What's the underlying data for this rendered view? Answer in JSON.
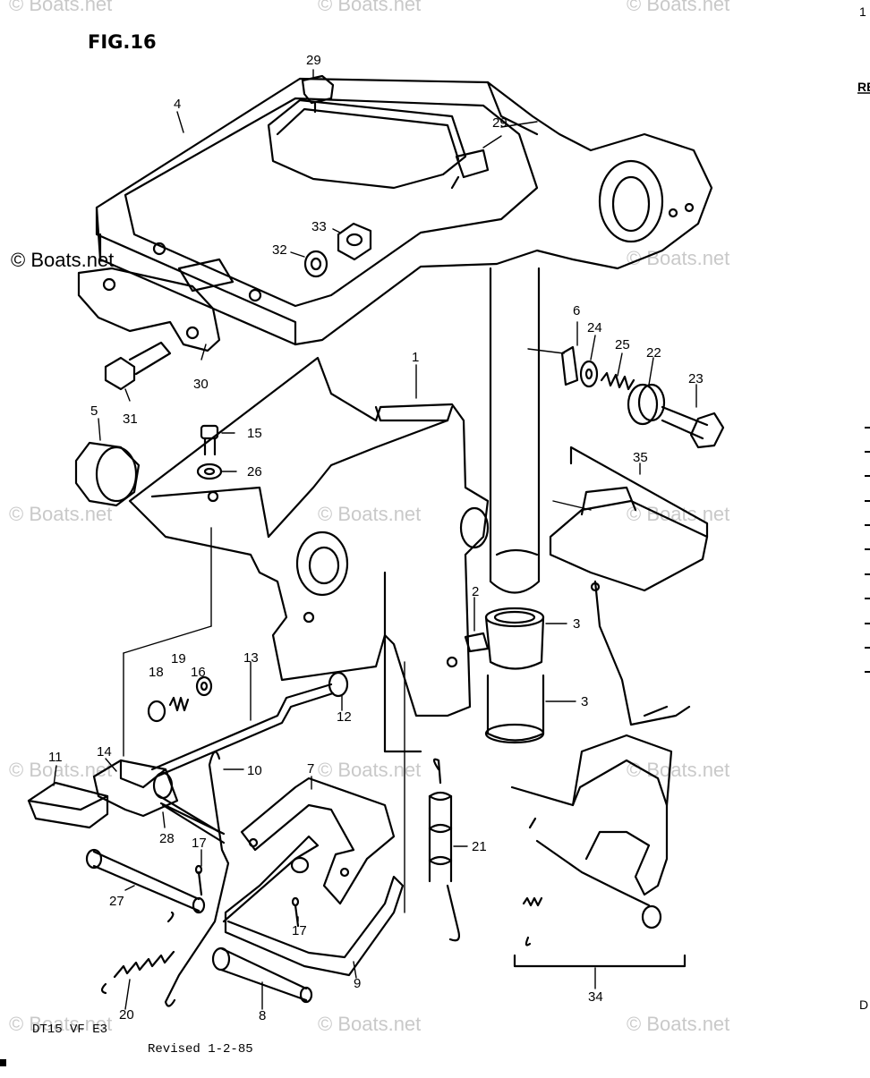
{
  "figure": {
    "title": "FIG.16"
  },
  "footer": {
    "model": "DT15 VF E3",
    "revised": "Revised 1-2-85"
  },
  "watermark": "© Boats.net",
  "edge_marks": {
    "top_char": "1",
    "top_label": "RE",
    "bottom_char": "D"
  },
  "callouts": [
    "1",
    "2",
    "3",
    "3",
    "4",
    "5",
    "6",
    "7",
    "8",
    "9",
    "10",
    "11",
    "12",
    "13",
    "14",
    "15",
    "16",
    "17",
    "17",
    "18",
    "19",
    "20",
    "21",
    "22",
    "23",
    "24",
    "25",
    "26",
    "27",
    "28",
    "29",
    "29",
    "30",
    "31",
    "32",
    "33",
    "34",
    "35"
  ]
}
